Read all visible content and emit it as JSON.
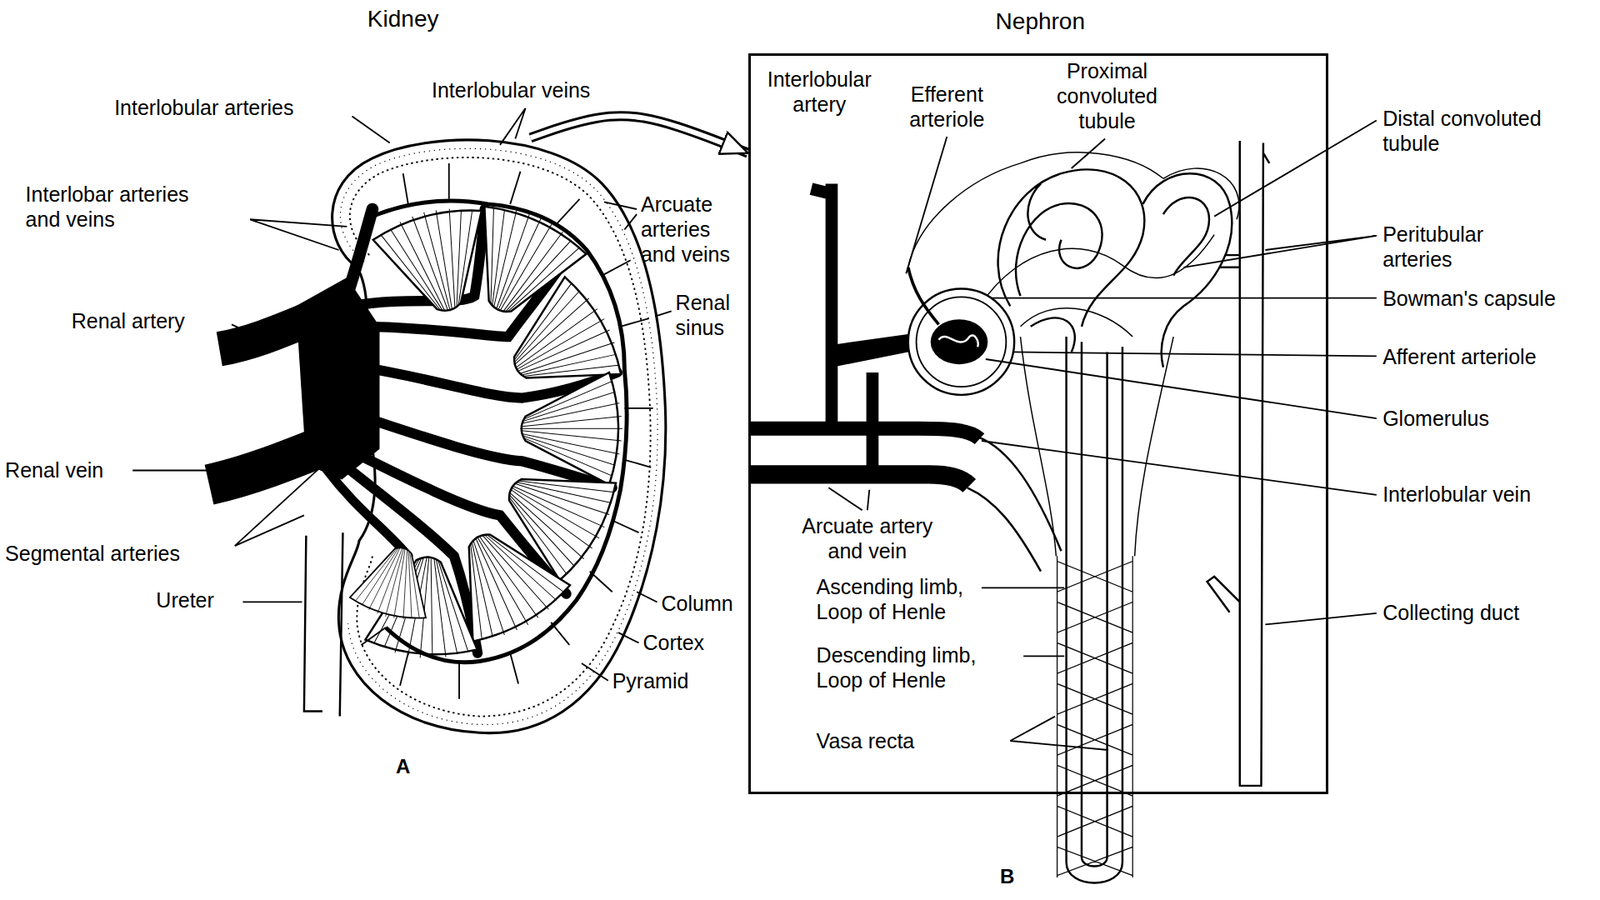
{
  "diagram": {
    "nodes": [
      {
        "text": [
          "Kidney"
        ]
      },
      {
        "text": [
          "Nephron"
        ]
      }
    ],
    "edges": [
      {
        "from": 0,
        "to": 1,
        "arrow": "to"
      }
    ],
    "labels": [
      "Interlobular arteries",
      "Interlobular veins",
      "Interlobar arteries and veins",
      "Arcuate arteries and veins",
      "Renal artery",
      "Renal sinus",
      "Renal vein",
      "Segmental arteries",
      "Column",
      "Ureter",
      "Cortex",
      "Pyramid",
      "A",
      "Interlobular artery",
      "Efferent arteriole",
      "Proximal convoluted tubule",
      "Distal convoluted tubule",
      "Peritubular arteries",
      "Bowman's capsule",
      "Afferent arteriole",
      "Glomerulus",
      "Interlobular vein",
      "Arcuate artery and vein",
      "Ascending limb, Loop of Henle",
      "Collecting duct",
      "Descending limb, Loop of Henle",
      "Vasa recta",
      "B"
    ]
  }
}
